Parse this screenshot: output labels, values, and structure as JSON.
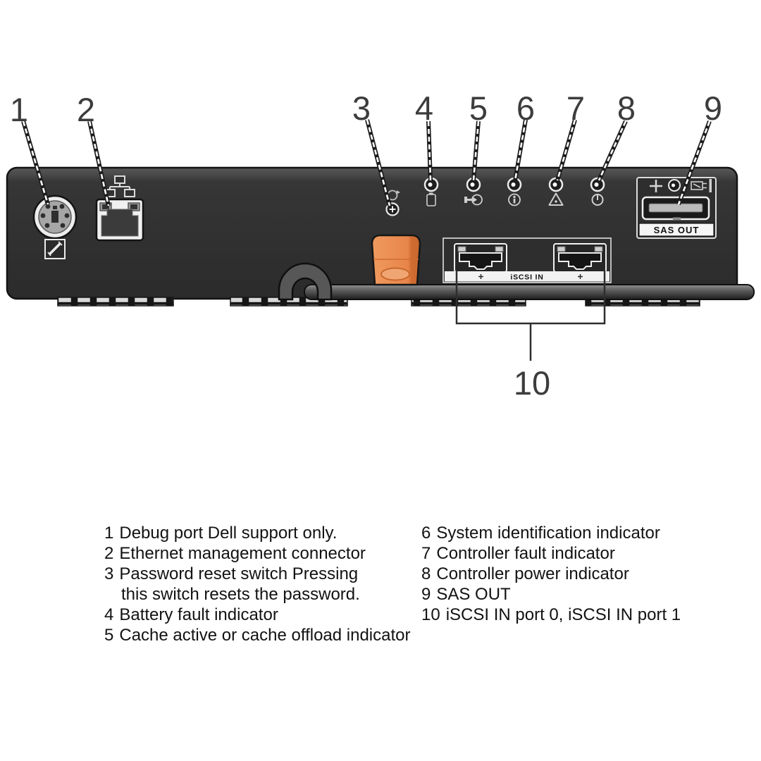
{
  "callouts": {
    "c1": "1",
    "c2": "2",
    "c3": "3",
    "c4": "4",
    "c5": "5",
    "c6": "6",
    "c7": "7",
    "c8": "8",
    "c9": "9",
    "c10": "10"
  },
  "panel_labels": {
    "sas_out": "SAS OUT",
    "iscsi_in": "iSCSI IN"
  },
  "legend": {
    "left": [
      {
        "num": "1",
        "text": "Debug port Dell support only."
      },
      {
        "num": "2",
        "text": "Ethernet management connector"
      },
      {
        "num": "3",
        "text": "Password reset switch Pressing",
        "text2": "this switch resets the password."
      },
      {
        "num": "4",
        "text": "Battery fault indicator"
      },
      {
        "num": "5",
        "text": "Cache active or cache offload indicator"
      }
    ],
    "right": [
      {
        "num": "6",
        "text": "System identification indicator"
      },
      {
        "num": "7",
        "text": "Controller fault indicator"
      },
      {
        "num": "8",
        "text": "Controller power indicator"
      },
      {
        "num": "9",
        "text": "SAS OUT"
      },
      {
        "num": "10",
        "text": "iSCSI IN port 0, iSCSI IN port 1"
      }
    ]
  },
  "icons": {
    "debug_port_symbol": "wrench",
    "ethernet_symbol": "network-nodes",
    "password_reset_symbol": "circular-arrow",
    "battery_symbol": "battery",
    "cache_symbol": "arrow-into-circle",
    "system_id_symbol": "info-circle",
    "controller_fault_symbol": "warning-triangle",
    "controller_power_symbol": "power-circle",
    "sas_top_symbols": "plus, led, link-plug",
    "iscsi_port_marks": "asterisk"
  },
  "colors": {
    "panel": "#313131",
    "latch_orange": "#E9884B",
    "led_ring": "#ECECEC",
    "tab_gray": "#D9D9D9",
    "callout_text": "#3C3C3C",
    "legend_text": "#121212"
  }
}
